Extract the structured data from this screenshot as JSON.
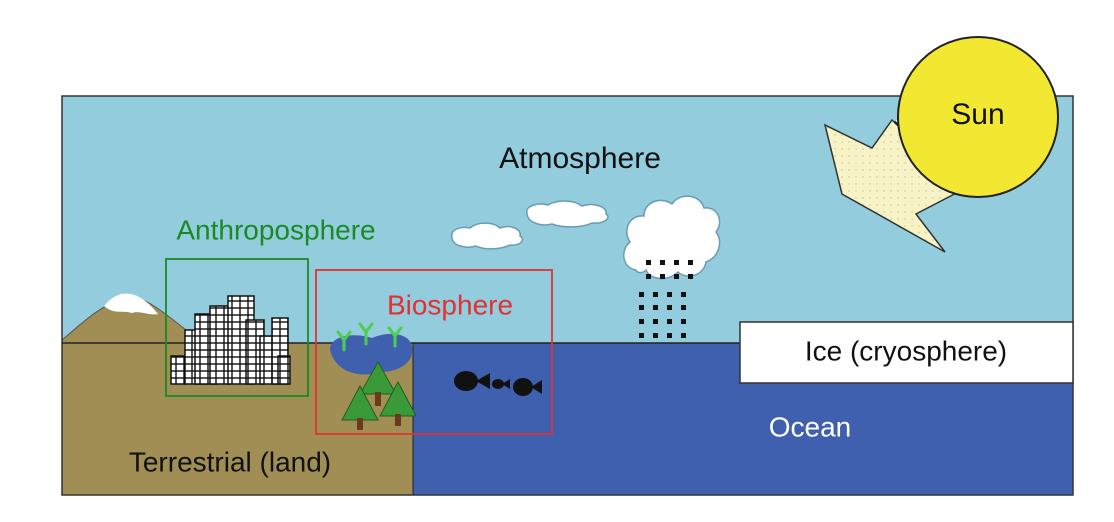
{
  "labels": {
    "sun": "Sun",
    "atmosphere": "Atmosphere",
    "anthroposphere": "Anthroposphere",
    "biosphere": "Biosphere",
    "ice": "Ice (cryosphere)",
    "ocean": "Ocean",
    "terrestrial": "Terrestrial (land)"
  },
  "colors": {
    "sky": "#93CCDD",
    "land": "#A08E55",
    "ocean": "#3F5FAF",
    "sun": "#F2E832",
    "anthroposphere": "#1A8A24",
    "biosphere": "#E03232",
    "ice": "#FFFFFF"
  }
}
